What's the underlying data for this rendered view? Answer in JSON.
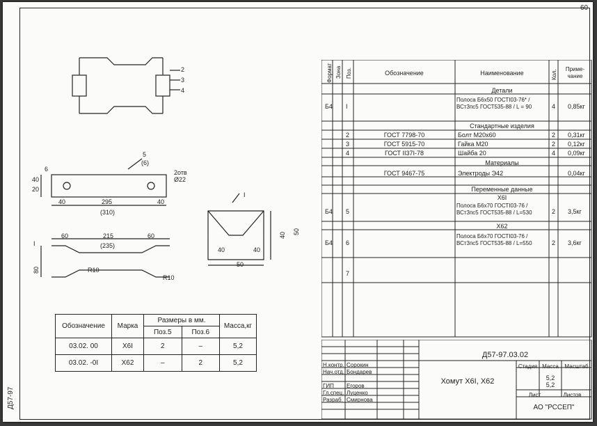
{
  "sheet": {
    "page_no": "60",
    "doc_code": "Д57-97.03.02",
    "side_code": "Д57-97",
    "title": "Хомут Х6I,  Х62",
    "org": "АО \"РССЕП\"",
    "stage_hdr": "Стадия",
    "mass_hdr": "Масса",
    "scale_hdr": "Масштаб",
    "mass_vals": "5,2\n5,2",
    "sheet_hdr": "Лист",
    "sheets_hdr": "Листов",
    "signers": [
      {
        "role": "Н.контр.",
        "name": "Сорокин"
      },
      {
        "role": "Нач.отд.",
        "name": "Бондарев"
      },
      {
        "role": "",
        "name": ""
      },
      {
        "role": "ГИП",
        "name": "Егоров"
      },
      {
        "role": "Гл.спец.",
        "name": "Луценко"
      },
      {
        "role": "Разраб.",
        "name": "Смирнова"
      }
    ]
  },
  "spec": {
    "headers": {
      "format": "Формат",
      "zone": "Зона",
      "pos": "Поз.",
      "designation": "Обозначение",
      "name": "Наименование",
      "qty": "Кол.",
      "note": "Приме-чание"
    },
    "rows": [
      {
        "section": "Детали"
      },
      {
        "format": "Б4",
        "pos": "I",
        "designation": "",
        "name": "Полоса Б6х50 ГОСТI03-76* / ВСт3пс5 ГОСТ535-88 / L = 90",
        "qty": "4",
        "note": "0,85кг"
      },
      {
        "section": "Стандартные изделия"
      },
      {
        "pos": "2",
        "designation": "ГОСТ 7798-70",
        "name": "Болт М20х60",
        "qty": "2",
        "note": "0,31кг"
      },
      {
        "pos": "3",
        "designation": "ГОСТ 5915-70",
        "name": "Гайка М20",
        "qty": "2",
        "note": "0,12кг"
      },
      {
        "pos": "4",
        "designation": "ГОСТ II37I-78",
        "name": "Шайба 20",
        "qty": "4",
        "note": "0,09кг"
      },
      {
        "section": "Материалы"
      },
      {
        "pos": "",
        "designation": "ГОСТ 9467-75",
        "name": "Электроды Э42",
        "qty": "",
        "note": "0,04кг"
      },
      {
        "section": "Переменные данные"
      },
      {
        "section": "Х6I"
      },
      {
        "format": "Б4",
        "pos": "5",
        "name": "Полоса Б6х70 ГОСТI03-76 / ВСт3пс5 ГОСТ535-88 / L=530",
        "qty": "2",
        "note": "3,5кг"
      },
      {
        "section": "Х62"
      },
      {
        "format": "Б4",
        "pos": "6",
        "name": "Полоса Б6х70 ГОСТI03-76 / ВСт3пс5 ГОСТ535-88 / L=550",
        "qty": "2",
        "note": "3,6кг"
      },
      {
        "pos": "7"
      }
    ]
  },
  "drawing": {
    "callouts": [
      "2",
      "3",
      "4",
      "5",
      "(6)",
      "2отв",
      "Ø22",
      "I",
      "I",
      "R10",
      "R10"
    ],
    "dims_strip": [
      "6",
      "40",
      "20",
      "295",
      "(310)",
      "40",
      "40"
    ],
    "dims_bend": [
      "60",
      "215",
      "(235)",
      "60",
      "80"
    ],
    "dims_plate": [
      "40",
      "50",
      "40",
      "40",
      "50"
    ]
  },
  "variants": {
    "headers": {
      "designation": "Обозначение",
      "brand": "Марка",
      "sizes": "Размеры в мм.",
      "pos5": "Поз.5",
      "pos6": "Поз.6",
      "mass": "Масса,кг"
    },
    "rows": [
      {
        "designation": "03.02. 00",
        "brand": "Х6I",
        "pos5": "2",
        "pos6": "–",
        "mass": "5,2"
      },
      {
        "designation": "03.02. -0I",
        "brand": "Х62",
        "pos5": "–",
        "pos6": "2",
        "mass": "5,2"
      }
    ]
  }
}
